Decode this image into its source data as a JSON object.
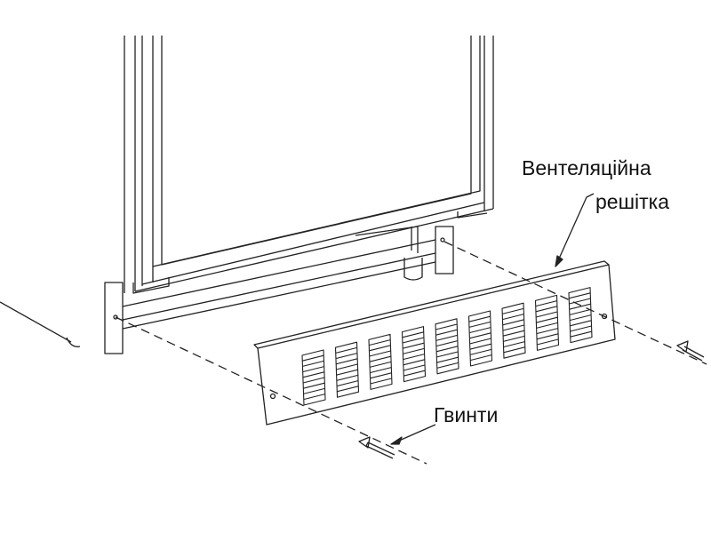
{
  "labels": {
    "vent_line1": "Вентеляційна",
    "vent_line2": "решітка",
    "screws": "Гвинти"
  },
  "colors": {
    "line": "#222222",
    "background": "#ffffff"
  },
  "grille": {
    "slot_columns": 9
  }
}
